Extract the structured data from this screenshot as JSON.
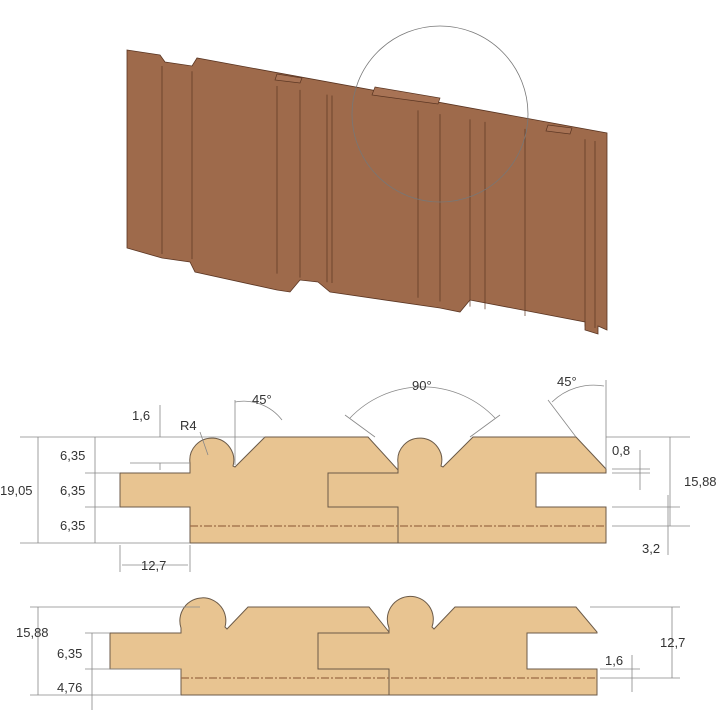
{
  "colors": {
    "render_wood": "#9e6a4b",
    "profile_fill": "#e8c491",
    "outline": "#6b5a48"
  },
  "profile_1": {
    "angle_left": "45°",
    "angle_middle": "90°",
    "angle_right": "45°",
    "bead_offset": "1,6",
    "bead_radius": "R4",
    "total_height": "19,05",
    "layer_top": "6,35",
    "layer_mid": "6,35",
    "layer_bottom": "6,35",
    "tongue_length": "12,7",
    "chamfer_edge": "0,8",
    "right_height": "15,88",
    "groove_offset": "3,2"
  },
  "profile_2": {
    "total_height": "15,88",
    "tongue_height": "6,35",
    "bottom_layer": "4,76",
    "right_height": "12,7",
    "groove_offset": "1,6"
  }
}
